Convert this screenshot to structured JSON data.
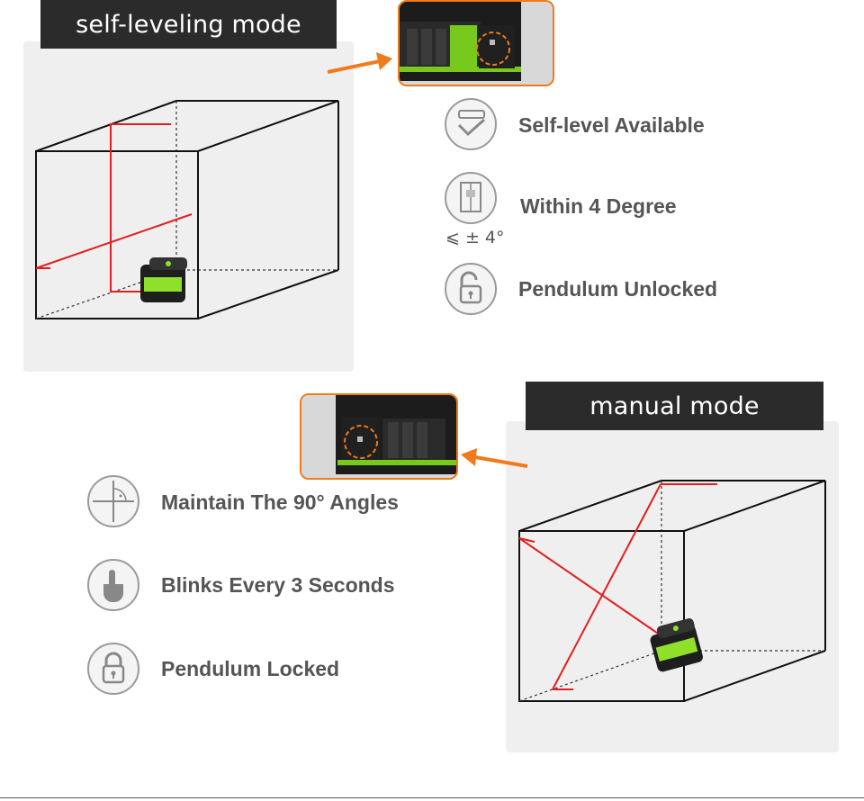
{
  "self_leveling": {
    "banner": "self-leveling mode",
    "features": [
      {
        "icon": "self-level-icon",
        "label": "Self-level Available"
      },
      {
        "icon": "tilt-range-icon",
        "label": "Within 4 Degree",
        "note": "⩽ ± 4°"
      },
      {
        "icon": "unlocked-padlock-icon",
        "label": "Pendulum Unlocked"
      }
    ]
  },
  "manual": {
    "banner": "manual mode",
    "features": [
      {
        "icon": "right-angle-icon",
        "label": "Maintain The 90° Angles"
      },
      {
        "icon": "finger-tap-icon",
        "label": "Blinks Every 3 Seconds"
      },
      {
        "icon": "locked-padlock-icon",
        "label": "Pendulum Locked"
      }
    ]
  },
  "colors": {
    "banner_bg": "#2b2b2b",
    "laser": "#e02020",
    "accent_orange": "#f07a1c",
    "device_green": "#8ee02a",
    "label_gray": "#555555"
  }
}
